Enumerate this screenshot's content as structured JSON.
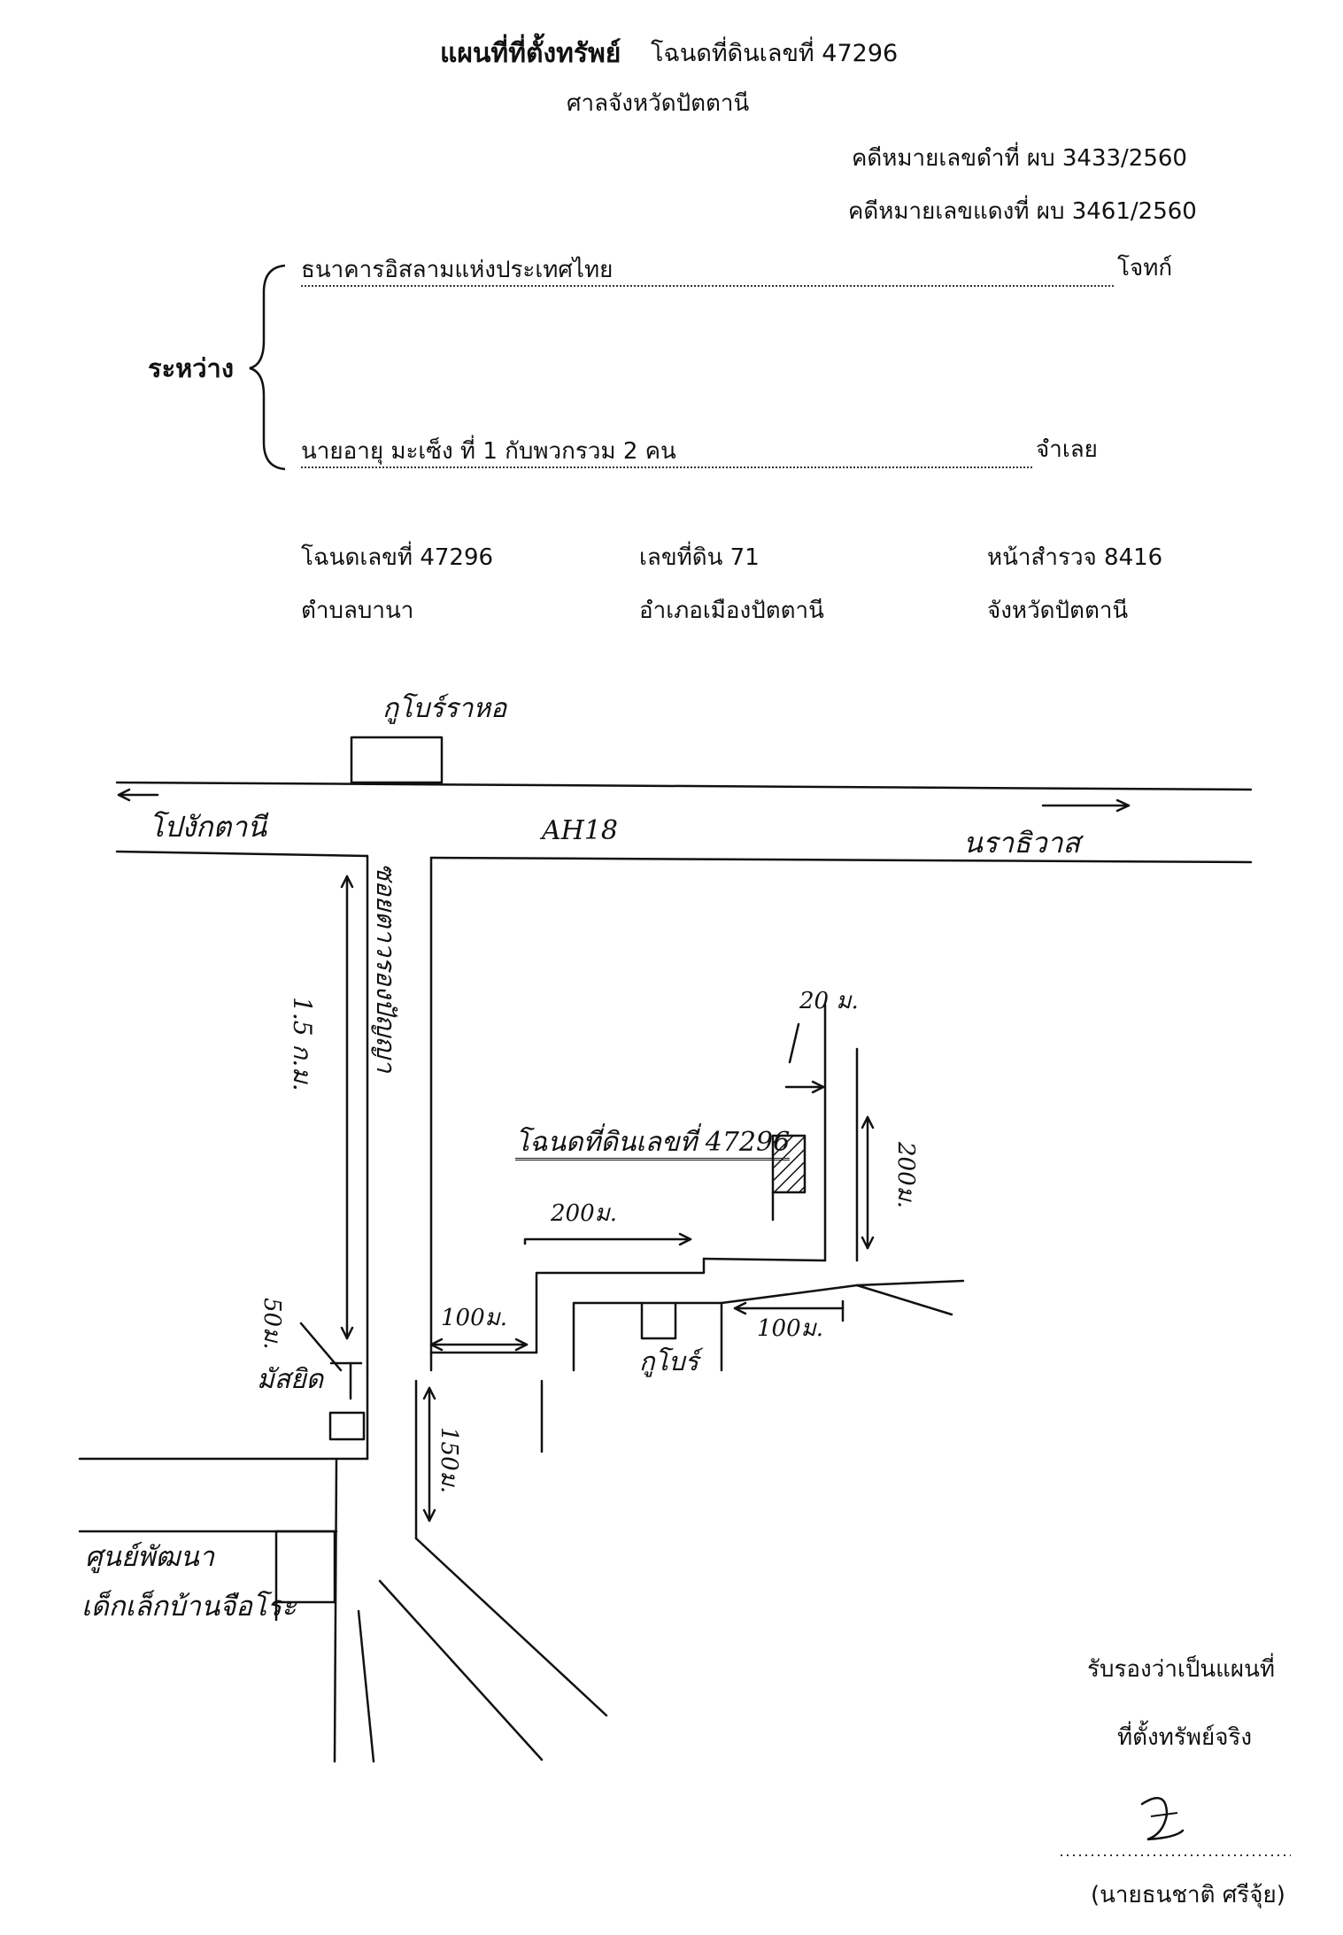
{
  "header": {
    "title": "แผนที่ที่ตั้งทรัพย์",
    "deed_ref": "โฉนดที่ดินเลขที่ 47296",
    "court": "ศาลจังหวัดปัตตานี",
    "black_case": "คดีหมายเลขดำที่ ผบ 3433/2560",
    "red_case": "คดีหมายเลขแดงที่ ผบ 3461/2560"
  },
  "parties": {
    "between_label": "ระหว่าง",
    "plaintiff_name": "ธนาคารอิสลามแห่งประเทศไทย",
    "plaintiff_role": "โจทก์",
    "defendant_name": "นายอายุ มะเซ็ง ที่ 1 กับพวกรวม 2 คน",
    "defendant_role": "จำเลย"
  },
  "property": {
    "deed_no": "โฉนดเลขที่ 47296",
    "land_no": "เลขที่ดิน 71",
    "survey_page": "หน้าสำรวจ 8416",
    "subdistrict": "ตำบลบานา",
    "district": "อำเภอเมืองปัตตานี",
    "province": "จังหวัดปัตตานี"
  },
  "map": {
    "top_landmark": "กูโบร์ราหอ",
    "left_dest": "โปงักตานี",
    "highway": "AH18",
    "right_dest": "นราธิวาส",
    "side_road": "ซอยตาวรองปัญญา",
    "dist_15km": "1.5 ก.ม.",
    "dist_20m": "20 ม.",
    "deed_label": "โฉนดที่ดินเลขที่ 47296",
    "dist_200m_right": "200ม.",
    "dist_200m_top": "200ม.",
    "dist_100m_left": "100ม.",
    "dist_100m_right": "100ม.",
    "dist_50m": "50ม.",
    "dist_150m": "150ม.",
    "mosque": "มัสยิด",
    "cemetery": "กูโบร์",
    "center_line1": "ศูนย์พัฒนา",
    "center_line2": "เด็กเล็กบ้านจือโระ"
  },
  "certify": {
    "line1": "รับรองว่าเป็นแผนที่",
    "line2": "ที่ตั้งทรัพย์จริง",
    "signer": "(นายธนชาติ ศรีจุ้ย)"
  }
}
